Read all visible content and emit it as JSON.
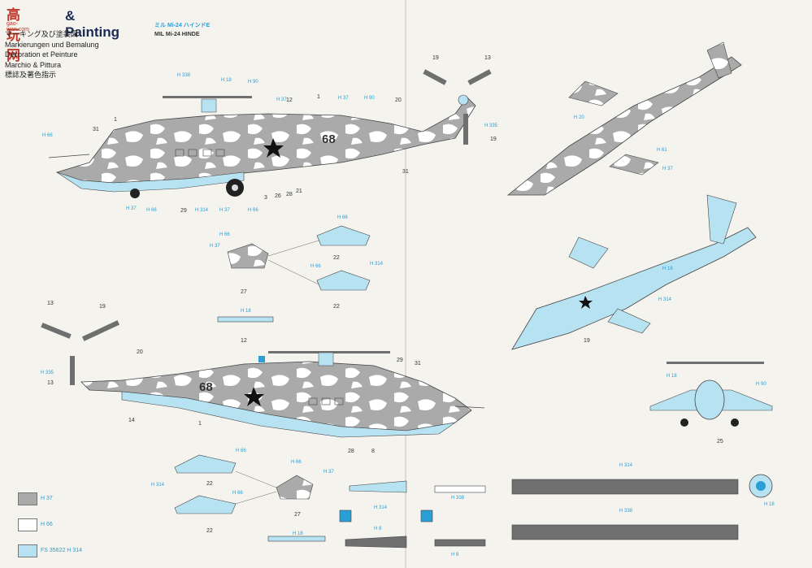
{
  "header": {
    "brand": "高玩网",
    "brand_url": "gao-wan.com",
    "title": "& Painting",
    "languages": [
      "マーキング及び塗装図",
      "Markierungen und Bemalung",
      "Decoration et Peinture",
      "Marchio & Pittura",
      "標誌及著色指示"
    ],
    "model_jp": "ミル Mi-24 ハインドE",
    "model_en": "MIL Mi-24 HINDE"
  },
  "markings": {
    "side_number": "68"
  },
  "callouts": {
    "h338": "H 338",
    "h18": "H 18",
    "h37": "H 37",
    "h66": "H 66",
    "h314": "H 314",
    "h335": "H 335",
    "h8": "H 8",
    "h90": "H 90",
    "h20": "H 20",
    "h61": "H 61"
  },
  "part_numbers": {
    "p1": "1",
    "p3": "3",
    "p8": "8",
    "p12": "12",
    "p13": "13",
    "p14": "14",
    "p19": "19",
    "p20": "20",
    "p21": "21",
    "p22": "22",
    "p25": "25",
    "p26": "26",
    "p27": "27",
    "p28": "28",
    "p29": "29",
    "p31": "31"
  },
  "legend": [
    {
      "label": "H 37",
      "color": "#a9aaa9"
    },
    {
      "label": "H 66",
      "color": "#ffffff"
    },
    {
      "label": "FS 35622 H 314",
      "color": "#b7e2f1"
    }
  ],
  "colors": {
    "camo_grey": "#a9aaa9",
    "camo_white": "#ffffff",
    "light_blue": "#b7e2f1",
    "dark_grey": "#6f6f6f",
    "callout_blue": "#2a9fd6",
    "star": "#111111"
  }
}
